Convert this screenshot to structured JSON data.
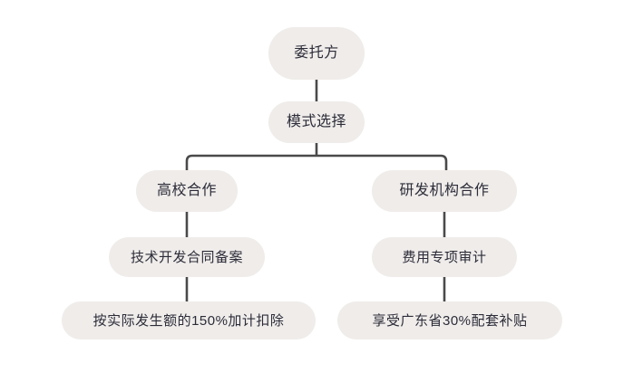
{
  "diagram": {
    "type": "flowchart",
    "orientation": "top-down",
    "background_color": "#ffffff",
    "node_fill_color": "#efecea",
    "node_text_color": "#2c2c38",
    "connector_color": "#4a4a4a",
    "nodes": [
      {
        "id": "root",
        "label": "委托方"
      },
      {
        "id": "mode",
        "label": "模式选择"
      },
      {
        "id": "uni",
        "label": "高校合作"
      },
      {
        "id": "inst",
        "label": "研发机构合作"
      },
      {
        "id": "contract",
        "label": "技术开发合同备案"
      },
      {
        "id": "audit",
        "label": "费用专项审计"
      },
      {
        "id": "deduct",
        "label": "按实际发生额的150%加计扣除"
      },
      {
        "id": "subsidy",
        "label": "享受广东省30%配套补贴"
      }
    ],
    "edges": [
      {
        "from": "root",
        "to": "mode"
      },
      {
        "from": "mode",
        "to": "uni"
      },
      {
        "from": "mode",
        "to": "inst"
      },
      {
        "from": "uni",
        "to": "contract"
      },
      {
        "from": "inst",
        "to": "audit"
      },
      {
        "from": "contract",
        "to": "deduct"
      },
      {
        "from": "audit",
        "to": "subsidy"
      }
    ]
  }
}
